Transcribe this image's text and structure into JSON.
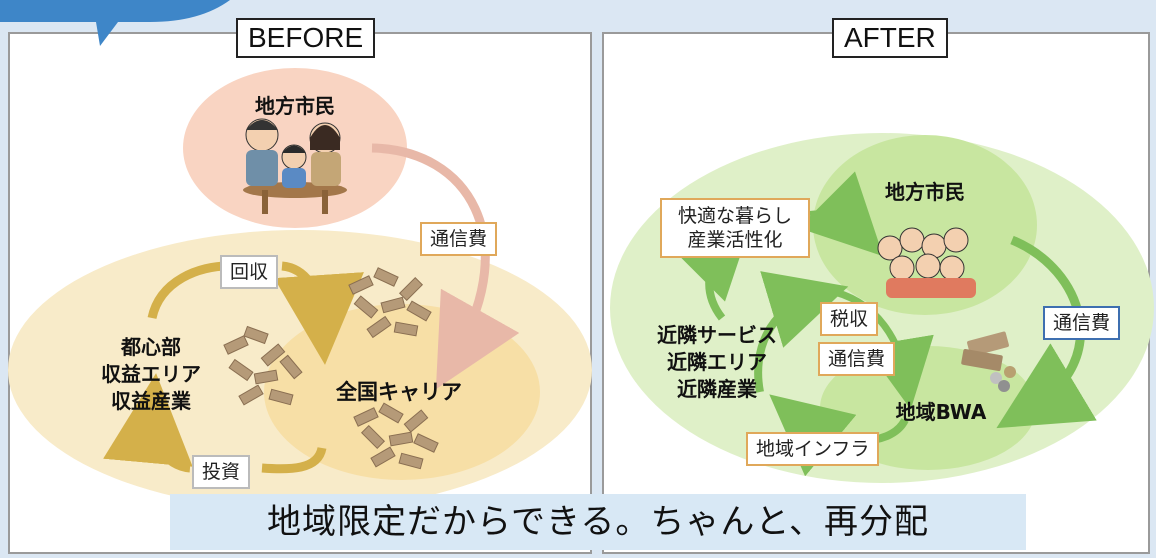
{
  "before": {
    "title": "BEFORE",
    "citizens": "地方市民",
    "fee_label": "通信費",
    "collect_label": "回収",
    "invest_label": "投資",
    "urban_lines": [
      "都心部",
      "収益エリア",
      "収益産業"
    ],
    "carrier": "全国キャリア"
  },
  "after": {
    "title": "AFTER",
    "citizens": "地方市民",
    "life_lines": [
      "快適な暮らし",
      "産業活性化"
    ],
    "tax_label": "税収",
    "fee_label_inner": "通信費",
    "fee_label_outer": "通信費",
    "local_lines": [
      "近隣サービス",
      "近隣エリア",
      "近隣産業"
    ],
    "bwa": "地域BWA",
    "infra_label": "地域インフラ"
  },
  "caption": "地域限定だからできる。ちゃんと、再分配",
  "colors": {
    "before_outer": "#f8ebc9",
    "before_inner": "#f7dfa6",
    "before_citizens": "#f9d4c2",
    "after_outer": "#dff0c8",
    "after_inner": "#c8e6a0",
    "arrow_gold": "#d4b04a",
    "arrow_green": "#7fbf5a",
    "arrow_pink": "#e8b8a8",
    "caption_bg": "#d8e8f5"
  }
}
